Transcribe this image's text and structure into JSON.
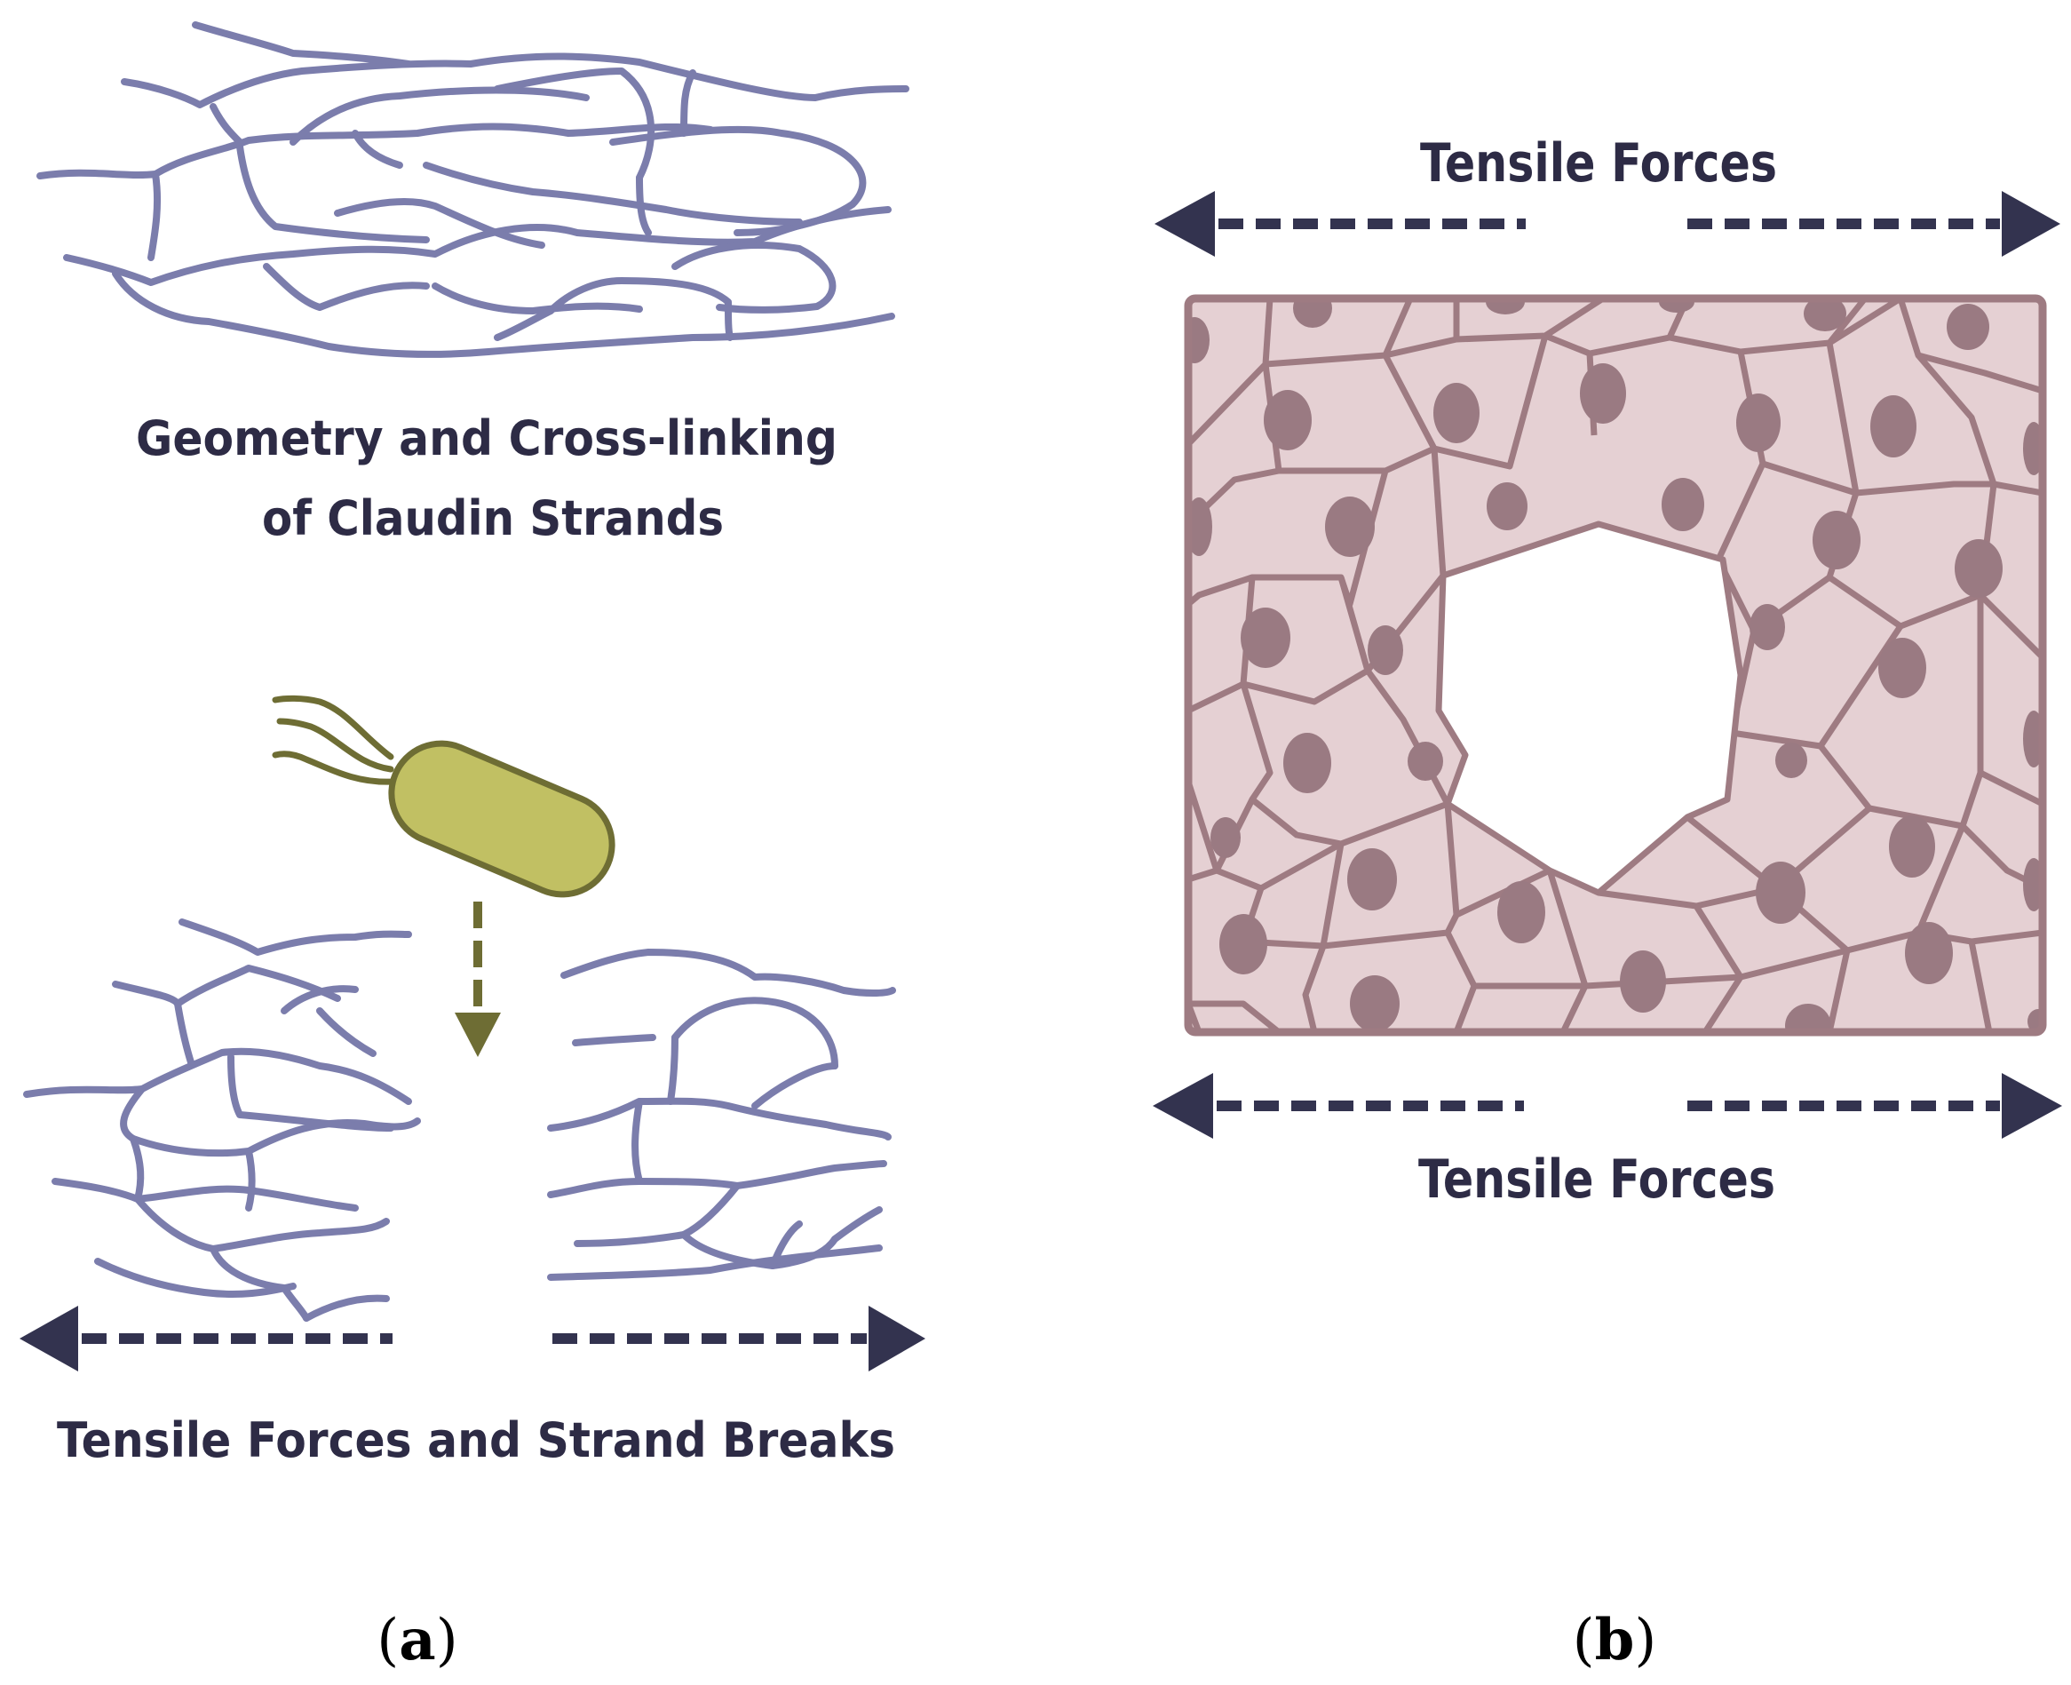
{
  "panel_a": {
    "top_label_line1": "Geometry and Cross-linking",
    "top_label_line2": "of Claudin Strands",
    "bottom_label": "Tensile Forces and Strand Breaks",
    "caption_open": "(",
    "caption_letter": "a",
    "caption_close": ")"
  },
  "panel_b": {
    "top_label": "Tensile Forces",
    "bottom_label": "Tensile Forces",
    "caption_open": "(",
    "caption_letter": "b",
    "caption_close": ")"
  },
  "colors": {
    "strand": "#7b7dac",
    "arrow": "#33334f",
    "bacterium_fill": "#c1c063",
    "bacterium_stroke": "#6e6d34",
    "cell_fill": "#e5d0d3",
    "cell_stroke": "#9e7b82",
    "nucleus": "#9a7a82"
  },
  "icons": {
    "bacterium": "rod-bacterium-with-flagella",
    "arrow_left": "dashed-left-arrow",
    "arrow_right": "dashed-right-arrow",
    "arrow_down": "dashed-down-arrow"
  }
}
